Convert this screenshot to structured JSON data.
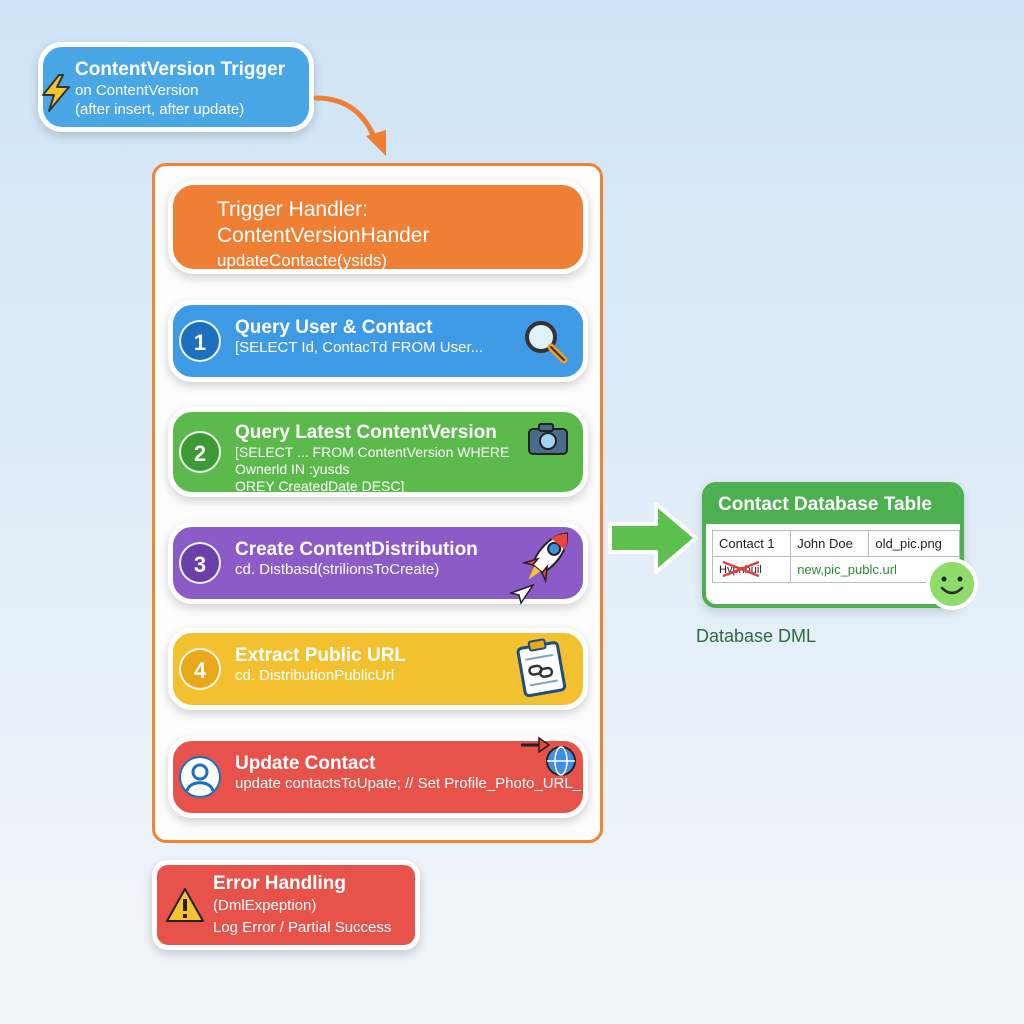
{
  "trigger": {
    "title": "ContentVersion Trigger",
    "line1": "on ContentVersion",
    "line2": "(after insert, after update)"
  },
  "handler": {
    "line1": "Trigger Handler:",
    "line2": "ContentVersionHander",
    "line3": "updateContacte(ysids)"
  },
  "steps": [
    {
      "num": "1",
      "title": "Query User & Contact",
      "lines": [
        "[SELECT Id, ContacTd FROM User..."
      ],
      "icon": "magnifier-icon"
    },
    {
      "num": "2",
      "title": "Query Latest ContentVersion",
      "lines": [
        "[SELECT ... FROM ContentVersion WHERE",
        "Ownerld IN :yusds",
        "OREY CreatedDate DESC]"
      ],
      "icon": "camera-icon"
    },
    {
      "num": "3",
      "title": "Create ContentDistribution",
      "lines": [
        "cd. Distbasd(strilionsToCreate)"
      ],
      "icon": "rocket-icon"
    },
    {
      "num": "4",
      "title": "Extract Public URL",
      "lines": [
        "cd. DistributionPublicUrl"
      ],
      "icon": "clipboard-link-icon"
    },
    {
      "num": "",
      "title": "Update Contact",
      "lines": [
        "update contactsToUpate; // Set Profile_Photo_URL_c"
      ],
      "icon": "globe-arrow-icon"
    }
  ],
  "error": {
    "title": "Error Handling",
    "line1": "(DmlExpeption)",
    "line2": "Log Error / Partial Success"
  },
  "db": {
    "title": "Contact Database Table",
    "row1": [
      "Contact 1",
      "John Doe",
      "old_pic.png"
    ],
    "row2": [
      "Hypnbuil",
      "new,pic_publc.url"
    ],
    "label": "Database DML"
  },
  "colors": {
    "trigger": "#4aa7e6",
    "handler": "#ef7f34",
    "step1": "#3f9ae6",
    "step2": "#5cba4c",
    "step3": "#8b5bc8",
    "step4": "#f3c12f",
    "step5": "#e7524a",
    "db": "#4caf50"
  }
}
